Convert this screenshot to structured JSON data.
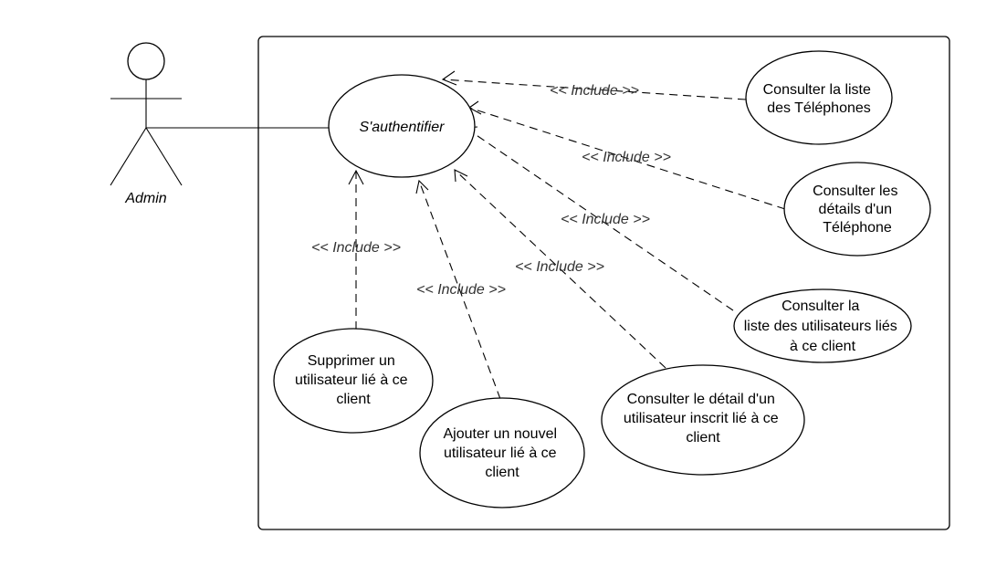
{
  "actor": {
    "name": "Admin"
  },
  "main_use_case": {
    "label": "S'authentifier"
  },
  "include_label": "<< Include >>",
  "use_cases": {
    "consulter_liste_telephones": {
      "lines": [
        "Consulter la liste",
        "des Téléphones"
      ]
    },
    "consulter_details_telephone": {
      "lines": [
        "Consulter les",
        "détails d'un",
        "Téléphone"
      ]
    },
    "consulter_liste_utilisateurs": {
      "lines": [
        "Consulter la",
        "liste des utilisateurs liés",
        "à ce client"
      ]
    },
    "consulter_detail_utilisateur": {
      "lines": [
        "Consulter le détail d'un",
        "utilisateur inscrit lié à ce",
        "client"
      ]
    },
    "ajouter_utilisateur": {
      "lines": [
        "Ajouter un nouvel",
        "utilisateur lié à ce",
        "client"
      ]
    },
    "supprimer_utilisateur": {
      "lines": [
        "Supprimer un",
        "utilisateur lié à ce",
        "client"
      ]
    }
  }
}
